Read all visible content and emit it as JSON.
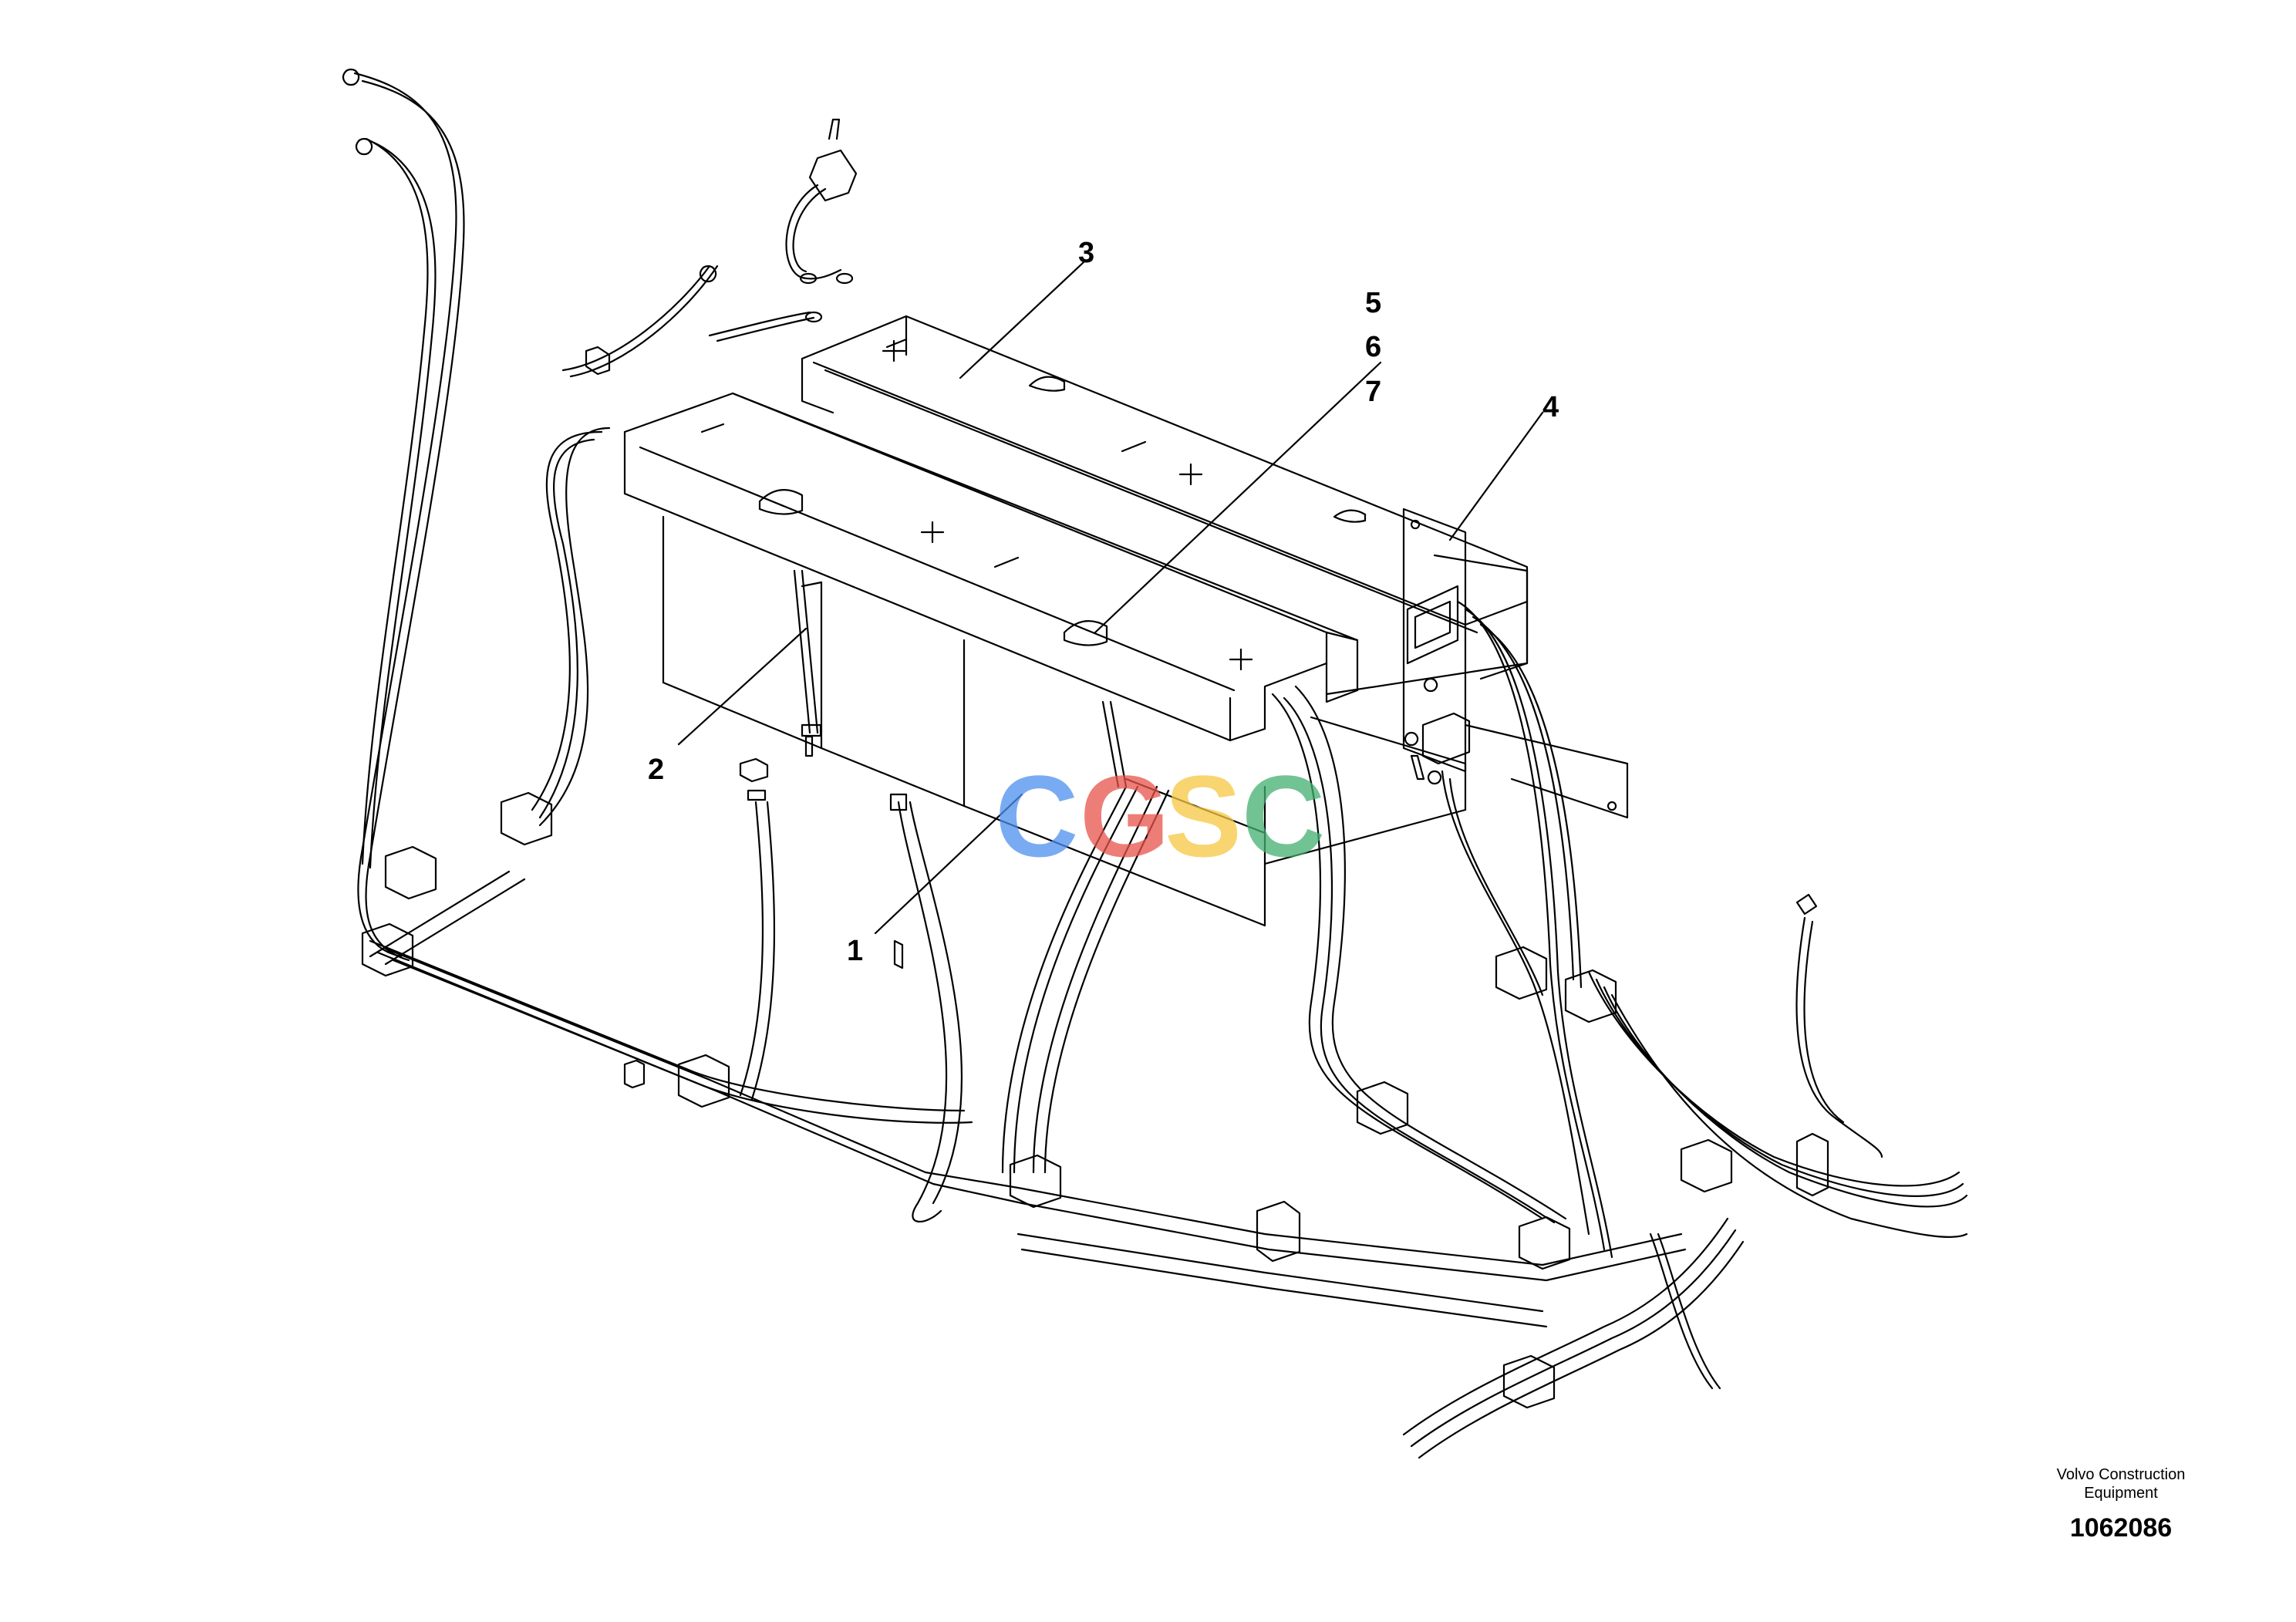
{
  "callouts": {
    "c1": "1",
    "c2": "2",
    "c3": "3",
    "c4": "4",
    "c5": "5",
    "c6": "6",
    "c7": "7"
  },
  "footer": {
    "company_line1": "Volvo Construction",
    "company_line2": "Equipment",
    "drawing_number": "1062086"
  },
  "watermark": {
    "letters": [
      "C",
      "G",
      "S",
      "C"
    ],
    "colors": [
      "#4d8ff0",
      "#e8534a",
      "#f6c842",
      "#43b071"
    ]
  },
  "colors": {
    "line": "#000000",
    "background": "#ffffff"
  }
}
